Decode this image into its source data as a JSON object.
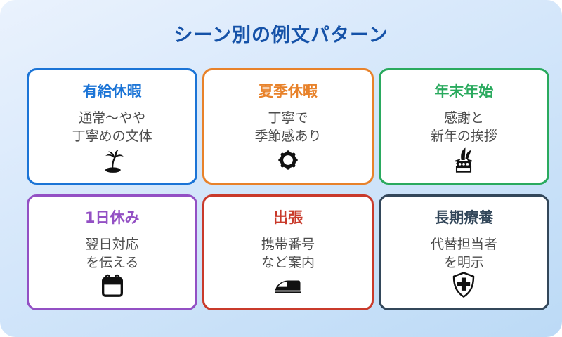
{
  "page": {
    "title": "シーン別の例文パターン",
    "title_color": "#1552a8",
    "background_start": "#eaf2fd",
    "background_end": "#bcdaf6"
  },
  "cards": [
    {
      "label": "有給休暇",
      "color": "#1b74d6",
      "lines": [
        "通常〜やや",
        "丁寧めの文体"
      ],
      "icon": "palm-island-icon"
    },
    {
      "label": "夏季休暇",
      "color": "#e8822a",
      "lines": [
        "丁寧で",
        "季節感あり"
      ],
      "icon": "sun-icon"
    },
    {
      "label": "年末年始",
      "color": "#2aaa5e",
      "lines": [
        "感謝と",
        "新年の挨拶"
      ],
      "icon": "kadomatsu-icon"
    },
    {
      "label": "1日休み",
      "color": "#9350c4",
      "lines": [
        "翌日対応",
        "を伝える"
      ],
      "icon": "calendar-icon"
    },
    {
      "label": "出張",
      "color": "#c93a2b",
      "lines": [
        "携帯番号",
        "など案内"
      ],
      "icon": "train-icon"
    },
    {
      "label": "長期療養",
      "color": "#33475a",
      "lines": [
        "代替担当者",
        "を明示"
      ],
      "icon": "shield-cross-icon"
    }
  ]
}
